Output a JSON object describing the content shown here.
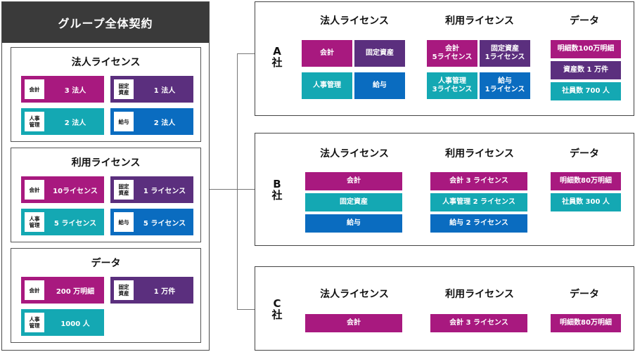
{
  "group": {
    "title": "グループ全体契約",
    "corporate": {
      "title": "法人ライセンス",
      "items": [
        {
          "label": "会計",
          "value": "3 法人",
          "color": "#a8197f"
        },
        {
          "label": "固定\n資産",
          "value": "1 法人",
          "color": "#5b2f7e"
        },
        {
          "label": "人事\n管理",
          "value": "2 法人",
          "color": "#14a8b3"
        },
        {
          "label": "給与",
          "value": "2 法人",
          "color": "#0a6cc0"
        }
      ]
    },
    "usage": {
      "title": "利用ライセンス",
      "items": [
        {
          "label": "会計",
          "value": "10ライセンス",
          "color": "#a8197f"
        },
        {
          "label": "固定\n資産",
          "value": "1 ライセンス",
          "color": "#5b2f7e"
        },
        {
          "label": "人事\n管理",
          "value": "5 ライセンス",
          "color": "#14a8b3"
        },
        {
          "label": "給与",
          "value": "5 ライセンス",
          "color": "#0a6cc0"
        }
      ]
    },
    "data": {
      "title": "データ",
      "items": [
        {
          "label": "会計",
          "value": "200 万明細",
          "color": "#a8197f"
        },
        {
          "label": "固定\n資産",
          "value": "1 万件",
          "color": "#5b2f7e"
        },
        {
          "label": "人事\n管理",
          "value": "1000 人",
          "color": "#14a8b3"
        }
      ]
    }
  },
  "headers": {
    "corporate": "法人ライセンス",
    "usage": "利用ライセンス",
    "data": "データ"
  },
  "companies": [
    {
      "name_letter": "A",
      "name_suffix": "社",
      "corporate": [
        "会計",
        "固定資産",
        "人事管理",
        "給与"
      ],
      "usage": [
        "会計\n5ライセンス",
        "固定資産\n1ライセンス",
        "人事管理\n3ライセンス",
        "給与\n1ライセンス"
      ],
      "data": [
        "明細数100万明細",
        "資産数 1 万件",
        "社員数 700 人"
      ]
    },
    {
      "name_letter": "B",
      "name_suffix": "社",
      "corporate": [
        "会計",
        "固定資産",
        "給与"
      ],
      "usage": [
        "会計 3 ライセンス",
        "人事管理 2 ライセンス",
        "給与 2 ライセンス"
      ],
      "data": [
        "明細数80万明細",
        "社員数 300 人"
      ]
    },
    {
      "name_letter": "C",
      "name_suffix": "社",
      "corporate": [
        "会計"
      ],
      "usage": [
        "会計 3 ライセンス"
      ],
      "data": [
        "明細数80万明細"
      ]
    }
  ]
}
